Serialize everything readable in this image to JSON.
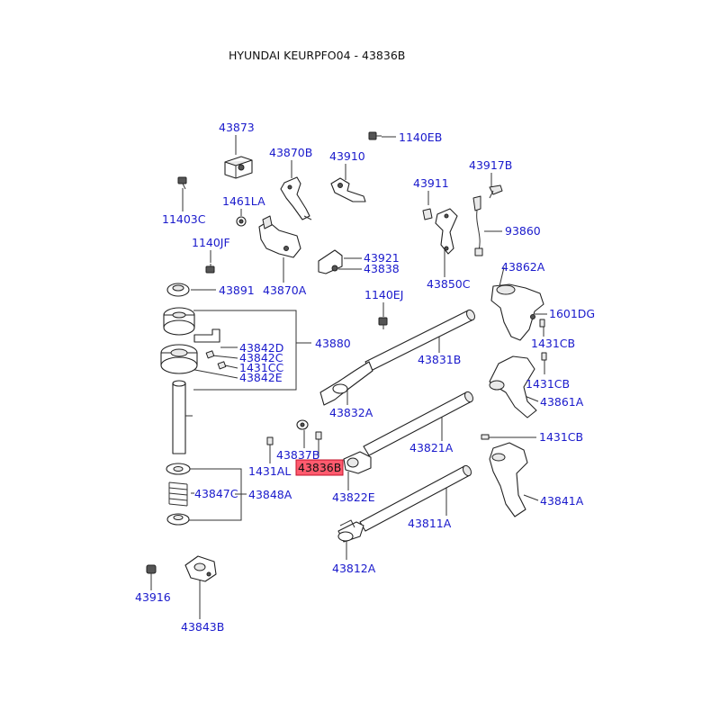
{
  "title": "HYUNDAI KEURPFO04 - 43836B",
  "highlight_color": "#ff5b6e",
  "label_color": "#1a1acc",
  "selected_part": "43836B",
  "labels": {
    "p43873": "43873",
    "p1140EB": "1140EB",
    "p43870B": "43870B",
    "p43910": "43910",
    "p43917B": "43917B",
    "p11403C": "11403C",
    "p1461LA": "1461LA",
    "p43911": "43911",
    "p93860": "93860",
    "p1140JF": "1140JF",
    "p43921": "43921",
    "p43838": "43838",
    "p43862A": "43862A",
    "p43891": "43891",
    "p43870A": "43870A",
    "p43850C": "43850C",
    "p1140EJ": "1140EJ",
    "p1601DG": "1601DG",
    "p43880": "43880",
    "p43842D": "43842D",
    "p43842C": "43842C",
    "p1431CC": "1431CC",
    "p43842E": "43842E",
    "p1431CB_a": "1431CB",
    "p43831B": "43831B",
    "p1431CB_b": "1431CB",
    "p43861A": "43861A",
    "p43832A": "43832A",
    "p1431CB_c": "1431CB",
    "p43837B": "43837B",
    "p43821A": "43821A",
    "p1431AL": "1431AL",
    "p43836B": "43836B",
    "p43847C": "43847C",
    "p43848A": "43848A",
    "p43822E": "43822E",
    "p43841A": "43841A",
    "p43811A": "43811A",
    "p43812A": "43812A",
    "p43916": "43916",
    "p43843B": "43843B"
  }
}
